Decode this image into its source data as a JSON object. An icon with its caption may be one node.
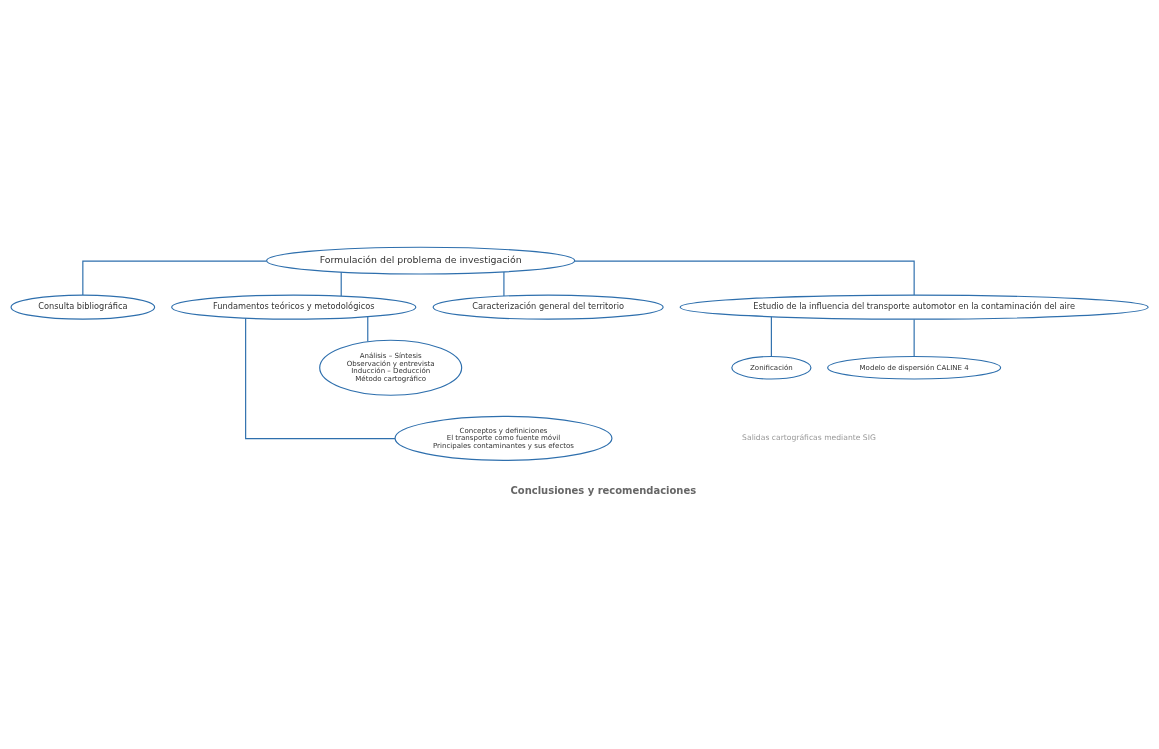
{
  "diagram": {
    "nodes": [
      {
        "text": [
          "Formulación del problema de investigación"
        ]
      },
      {
        "text": [
          "Consulta bibliográfica"
        ]
      },
      {
        "text": [
          "Fundamentos teóricos y metodológicos"
        ]
      },
      {
        "text": [
          "Caracterización general del territorio"
        ]
      },
      {
        "text": [
          "Estudio de la influencia del transporte automotor en la contaminación del aire"
        ]
      },
      {
        "text": [
          "Conceptos y definiciones",
          "El transporte como fuente móvil",
          "Principales contaminantes y sus efectos"
        ]
      },
      {
        "text": [
          "Análisis – Síntesis",
          "Observación y entrevista",
          "Inducción – Deducción",
          "Método cartográfico"
        ]
      },
      {
        "text": [
          "Zonificación"
        ]
      },
      {
        "text": [
          "Modelo de dispersión CALINE 4"
        ]
      }
    ],
    "edges": [
      {
        "from": 0,
        "to": 1,
        "arrow": "none"
      },
      {
        "from": 0,
        "to": 2,
        "arrow": "none"
      },
      {
        "from": 0,
        "to": 3,
        "arrow": "none"
      },
      {
        "from": 0,
        "to": 4,
        "arrow": "none"
      },
      {
        "from": 2,
        "to": 5,
        "arrow": "none"
      },
      {
        "from": 2,
        "to": 6,
        "arrow": "none"
      },
      {
        "from": 4,
        "to": 7,
        "arrow": "none"
      },
      {
        "from": 4,
        "to": 8,
        "arrow": "none"
      }
    ],
    "labels": [
      "Salidas cartográficas mediante SIG",
      "Conclusiones y recomendaciones"
    ]
  }
}
